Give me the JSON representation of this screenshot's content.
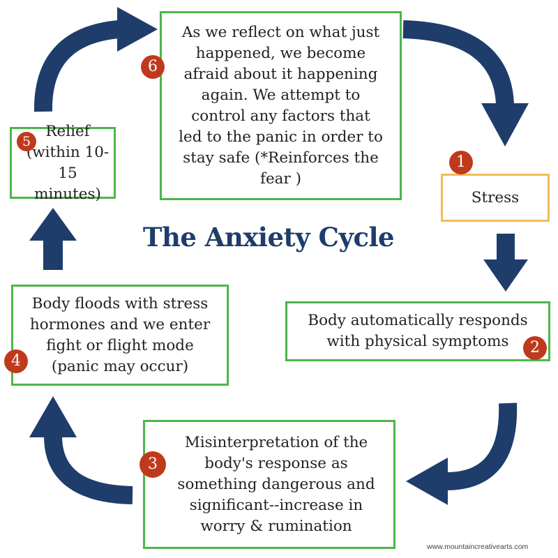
{
  "title": "The Anxiety Cycle",
  "credit": "www.mountaincreativearts.com",
  "colors": {
    "arrow": "#1f3d6b",
    "box_green": "#4cb64a",
    "box_orange": "#f3bb5a",
    "badge": "#bf3a1c",
    "title": "#1f3d6b"
  },
  "steps": [
    {
      "number": "1",
      "text": "Stress"
    },
    {
      "number": "2",
      "text": "Body automatically responds\nwith physical symptoms"
    },
    {
      "number": "3",
      "text": "Misinterpretation of the\nbody's response as\nsomething dangerous and\nsignificant--increase in\nworry & rumination"
    },
    {
      "number": "4",
      "text": "Body floods with stress\nhormones and we enter\nfight or flight mode\n(panic may occur)"
    },
    {
      "number": "5",
      "text": "Relief\n(within 10-15\nminutes)"
    },
    {
      "number": "6",
      "text": "As we reflect on what just\nhappened, we become\nafraid about it happening\nagain. We attempt to\ncontrol  any factors that\nled to the panic in order to\nstay safe (*Reinforces the\nfear )"
    }
  ]
}
